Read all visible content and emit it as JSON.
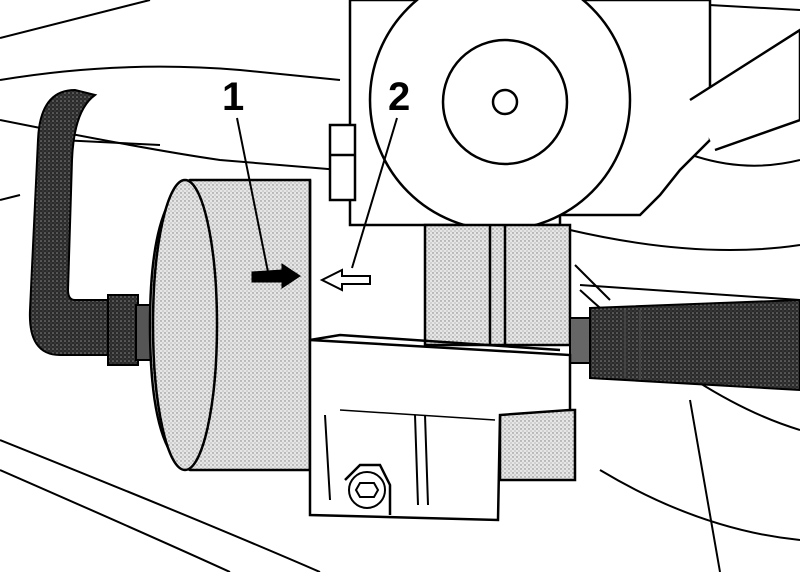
{
  "callouts": [
    {
      "id": "1",
      "label": "1"
    },
    {
      "id": "2",
      "label": "2"
    }
  ],
  "colors": {
    "ink": "#000000",
    "paper": "#ffffff",
    "hatch": "#9a9a9a"
  }
}
